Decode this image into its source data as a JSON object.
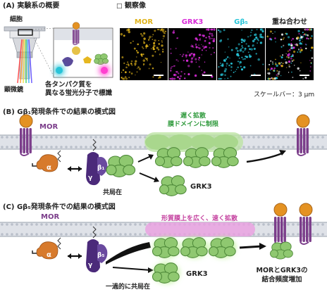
{
  "panel_a": {
    "title": "(A) 実験系の概要",
    "cell_label": "細胞",
    "microscope_label": "顕微鏡",
    "caption_line1": "各タンパク質を",
    "caption_line2": "異なる蛍光分子で標識"
  },
  "panel_obs": {
    "title_marker": "□",
    "title": "観察像",
    "channels": [
      {
        "label": "MOR",
        "color": "#e0b31a"
      },
      {
        "label": "GRK3",
        "color": "#d92bd9"
      },
      {
        "label": "Gβ₅",
        "color": "#27c4d8"
      },
      {
        "label": "重ね合わせ",
        "color": "#222222"
      }
    ],
    "scalebar": "スケールバー：3 μm"
  },
  "panel_b": {
    "title": "(B) Gβ₁発現条件での結果の模式図",
    "mor": "MOR",
    "callout_line1": "遅く拡散",
    "callout_line2": "膜ドメインに制限",
    "alpha": "α",
    "gamma": "γ",
    "beta": "β₁",
    "grk3": "GRK3",
    "colocalization": "共局在"
  },
  "panel_c": {
    "title": "(C) Gβ₅発現条件での結果の模式図",
    "mor": "MOR",
    "callout": "形質膜上を広く、速く拡散",
    "alpha": "α",
    "gamma": "γ",
    "beta": "β₅",
    "grk3": "GRK3",
    "colocalization": "一過的に共局在",
    "result_line1": "MORとGRK3の",
    "result_line2": "結合頻度増加"
  },
  "colors": {
    "membrane": "#dfe2e8",
    "membrane_dots": "#b9bfca",
    "mor": "#7b3d8a",
    "ligand": "#e49222",
    "g_alpha": "#d77a2c",
    "g_beta": "#4b2a7a",
    "grk3": "#8fc870",
    "green_text": "#2f9a3c",
    "pink_text": "#c43f9e"
  }
}
